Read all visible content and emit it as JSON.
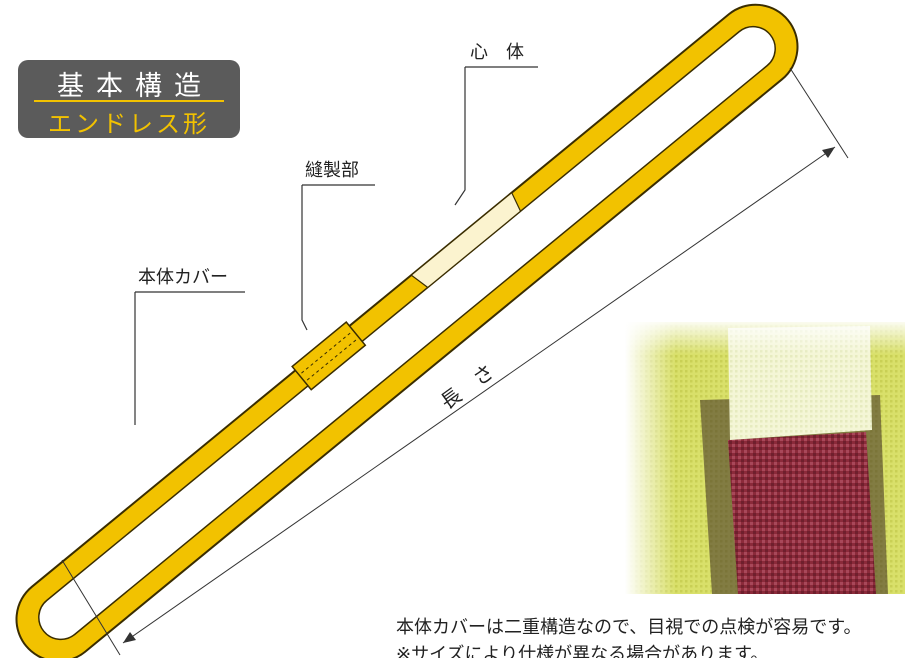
{
  "badge": {
    "title": "基本構造",
    "subtitle": "エンドレス形"
  },
  "labels": {
    "core": "心　体",
    "sewn_part": "縫製部",
    "body_cover": "本体カバー",
    "length": "長　さ"
  },
  "caption": {
    "line1": "本体カバーは二重構造なので、目視での点検が容易です。",
    "line2": "※サイズにより仕様が異なる場合があります。"
  },
  "colors": {
    "cover_yellow": "#f2c200",
    "core_cream": "#fbf3cf",
    "outline": "#3a2d00",
    "inner_red": "#8b2a3a",
    "photo_yellow": "#d9e06a"
  }
}
